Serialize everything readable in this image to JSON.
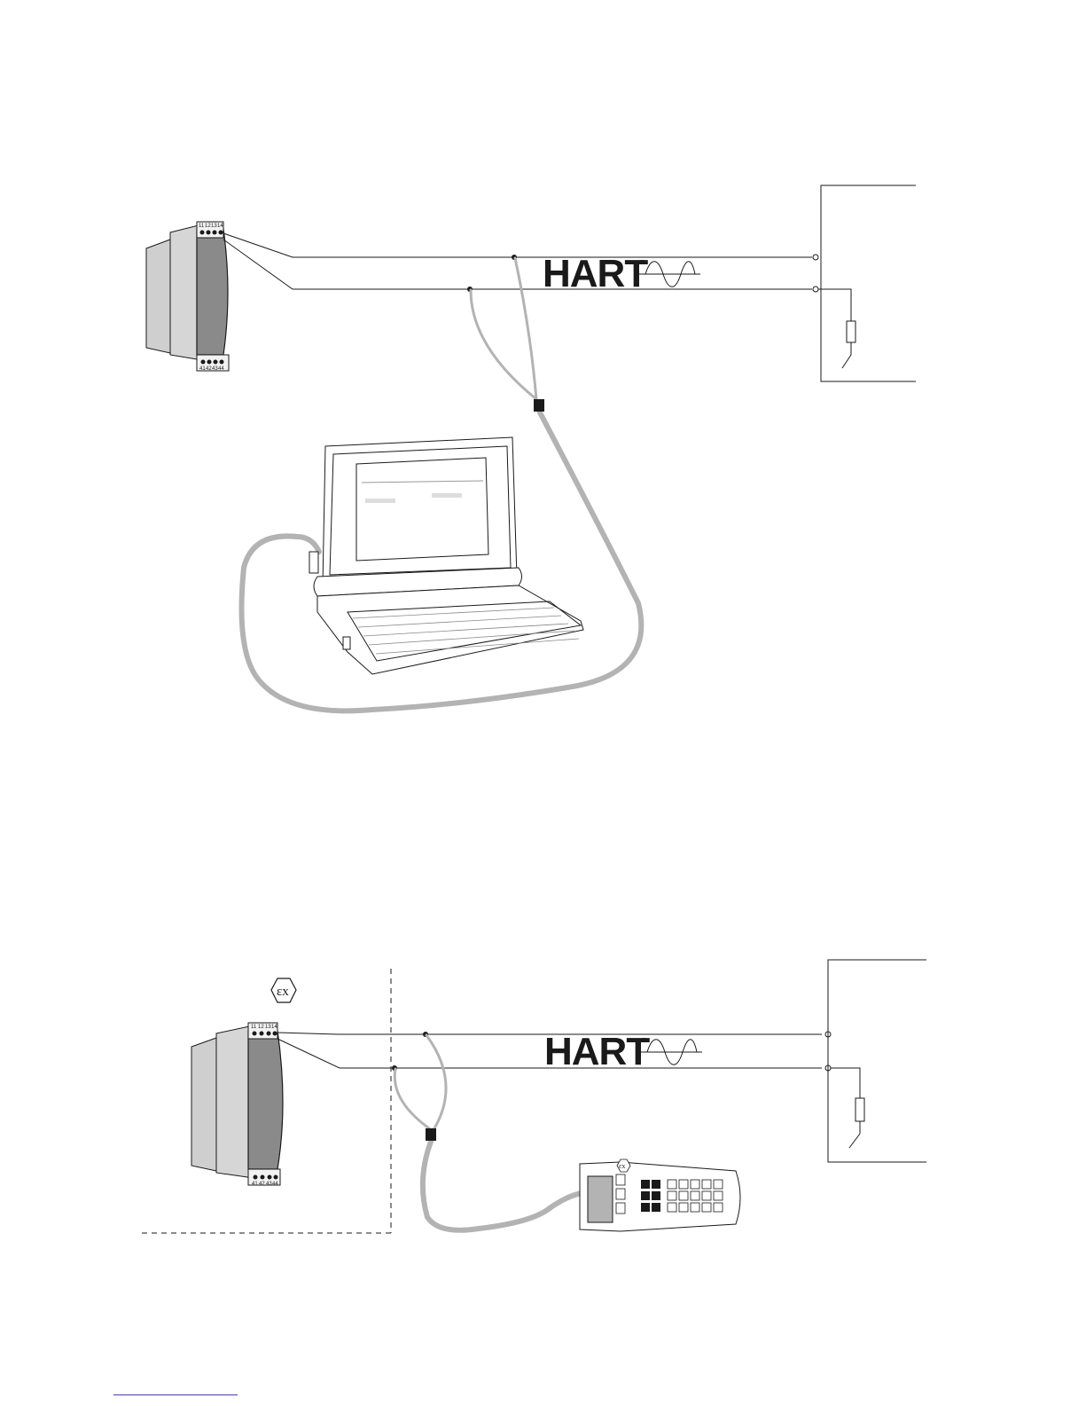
{
  "logo_text": "HART",
  "logo_mark": "R",
  "ex_symbol": "εx",
  "terminals_top": [
    "11",
    "12",
    "13",
    "14"
  ],
  "terminals_bottom": [
    "41",
    "42",
    "43",
    "44"
  ],
  "colors": {
    "line": "#1a1a1a",
    "cable": "#b3b3b3",
    "module_body": "#d6d6d6",
    "module_front": "#8a8a8a",
    "link": "#3b3bd6"
  },
  "icons": [
    "isolator-module-icon",
    "laptop-icon",
    "handheld-communicator-icon",
    "ex-symbol-icon",
    "resistor-icon",
    "switch-icon",
    "sine-wave-icon"
  ]
}
